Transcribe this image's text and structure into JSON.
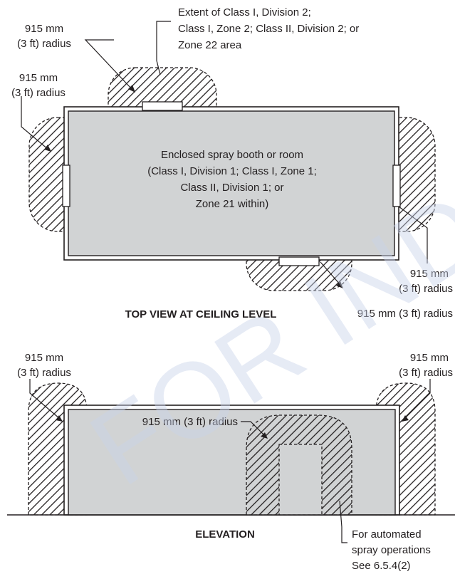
{
  "watermark": "FOR INDIVIDUAL",
  "top_view": {
    "title": "TOP VIEW AT CEILING LEVEL",
    "booth_label_lines": [
      "Enclosed spray booth or room",
      "(Class I, Division 1; Class I, Zone 1;",
      "Class II, Division 1; or",
      "Zone 21 within)"
    ],
    "extent_label_lines": [
      "Extent of Class I, Division 2;",
      "Class I, Zone 2; Class II, Division 2; or",
      "Zone 22 area"
    ],
    "radius_top_left": [
      "915 mm",
      "(3 ft) radius"
    ],
    "radius_left": [
      "915 mm",
      "(3 ft) radius"
    ],
    "radius_right": [
      "915 mm",
      "(3 ft) radius"
    ],
    "radius_bottom": "915 mm (3 ft) radius"
  },
  "elevation": {
    "title": "ELEVATION",
    "radius_left": [
      "915 mm",
      "(3 ft) radius"
    ],
    "radius_right": [
      "915 mm",
      "(3 ft) radius"
    ],
    "radius_inner": "915 mm (3 ft) radius",
    "automated_note_lines": [
      "For automated",
      "spray operations",
      "See 6.5.4(2)"
    ]
  },
  "colors": {
    "booth_fill": "#d1d3d4",
    "line": "#231f20",
    "hatch": "#231f20",
    "watermark": "#c9d3ea"
  }
}
